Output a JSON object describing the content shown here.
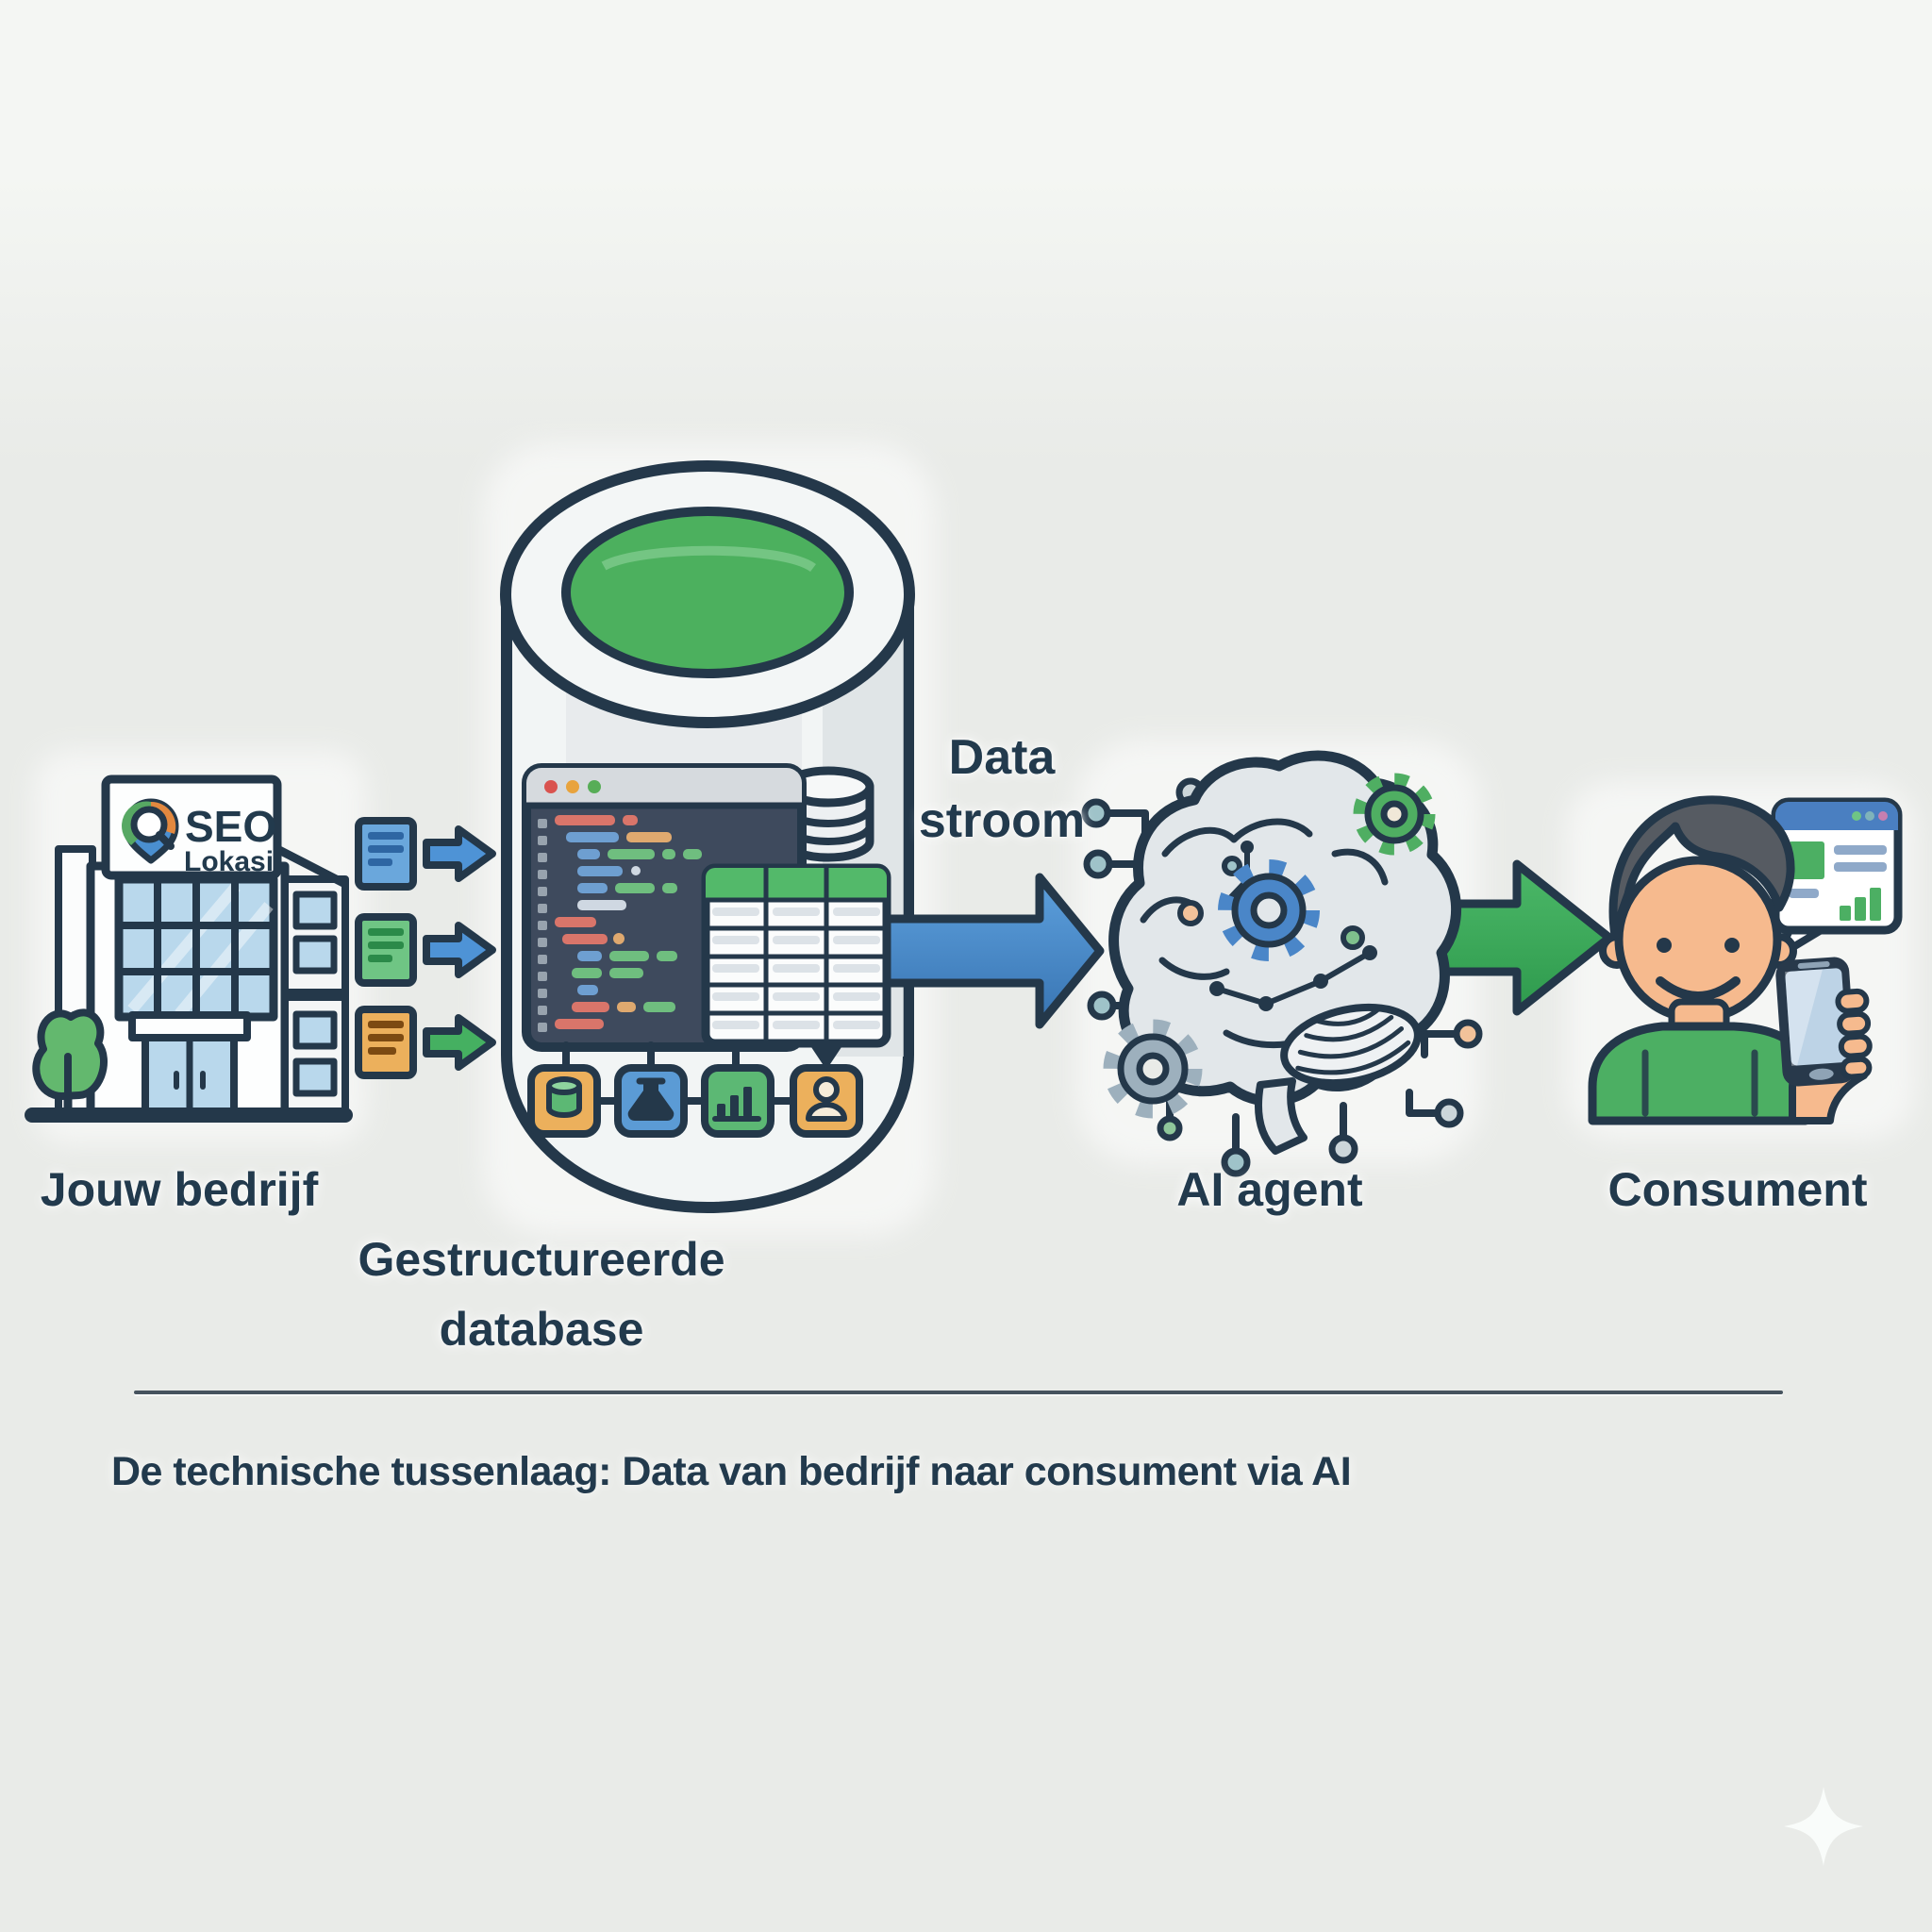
{
  "caption": "De technische tussenlaag: Data van bedrijf naar consument via AI",
  "flow": {
    "label": "Data\nstroom"
  },
  "nodes": {
    "company": {
      "label": "Jouw bedrijf",
      "sign_brand": "SEO",
      "sign_sub": "Lokasi"
    },
    "database": {
      "label": "Gestructureerde\ndatabase"
    },
    "ai": {
      "label": "AI agent"
    },
    "consumer": {
      "label": "Consument"
    }
  },
  "icons": {
    "arrow-right-icon": "➔",
    "arrow-down-icon": "↓",
    "sparkle-icon": "✦",
    "gear-icon": "⚙",
    "database-cylinder-icon": "cylinder",
    "document-icon": "lined page",
    "brain-icon": "circuit brain",
    "smartphone-icon": "phone",
    "bar-chart-icon": "bars",
    "user-icon": "person",
    "flask-icon": "flask",
    "tree-icon": "tree",
    "location-pin-icon": "map pin with magnifier"
  },
  "colors": {
    "bg": "#e9ebe8",
    "bgtop": "#f4f6f3",
    "navy": "#24384a",
    "text": "#223a4d",
    "blue": "#4e93d6",
    "bluedark": "#3470ae",
    "green": "#45b061",
    "greendark": "#2f9a4e",
    "paleblue": "#b9d8ec",
    "doc_blue": "#6aa7dc",
    "doc_green": "#6fc584",
    "doc_orange": "#ecb05c",
    "editor": "#3e4a5d",
    "editorbar": "#d6dade",
    "code_red": "#d9756a",
    "code_tan": "#dfa96f",
    "code_blue": "#6e9fd1",
    "code_green": "#6fbe7f",
    "code_light": "#cfd8e2",
    "table_green": "#53b96a",
    "brain": "#e2e7ea",
    "gear_gray": "#9db0bd",
    "teal": "#9fc3c9",
    "peach": "#f2c29a",
    "skin": "#f6ba8e",
    "hair": "#565b62",
    "shirt": "#4caf63",
    "screen": "#bdd3e6",
    "white": "#ffffff"
  }
}
